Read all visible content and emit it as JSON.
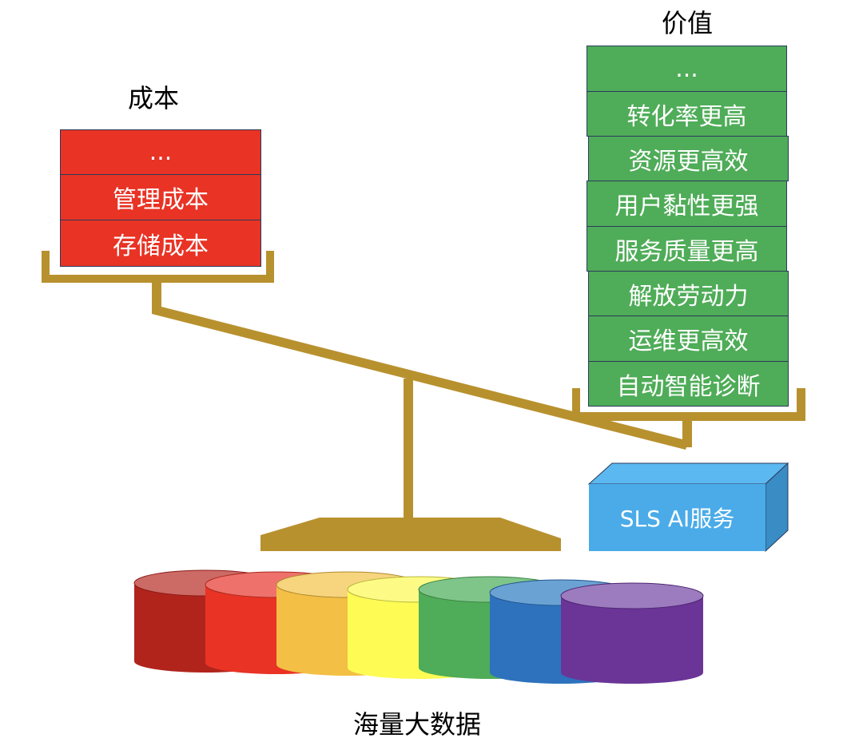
{
  "labels": {
    "cost": "成本",
    "value": "价值",
    "bigdata": "海量大数据"
  },
  "cost_stack": [
    "...",
    "管理成本",
    "存储成本"
  ],
  "value_stack": [
    "...",
    "转化率更高",
    "资源更高效",
    "用户黏性更强",
    "服务质量更高",
    "解放劳动力",
    "运维更高效",
    "自动智能诊断"
  ],
  "service": {
    "label": "SLS AI服务"
  },
  "colors": {
    "cost": "#e83325",
    "value": "#4fac58",
    "scale": "#b8912f",
    "service_front": "#4aabe8",
    "service_top": "#5cb8f0",
    "service_side": "#3a8cc4",
    "cylinders": [
      "#b0241c",
      "#e83325",
      "#f3bf44",
      "#fdfb54",
      "#4fac58",
      "#2e72bd",
      "#6a3597"
    ]
  }
}
